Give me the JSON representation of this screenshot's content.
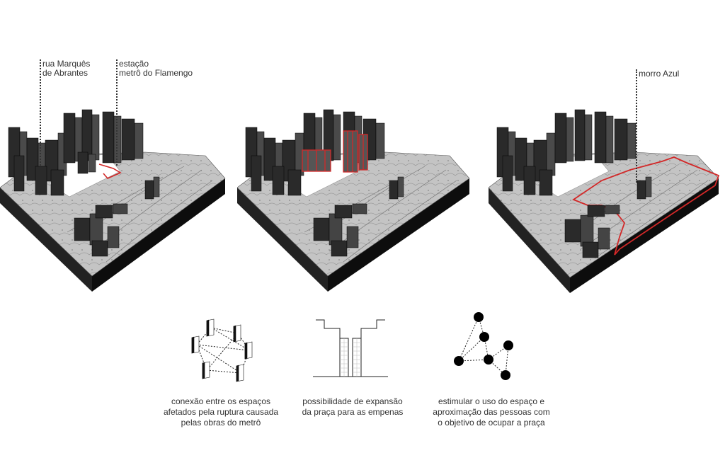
{
  "annotations": {
    "rua": [
      "rua Marquês",
      "de Abrantes"
    ],
    "estacao": [
      "estação",
      "metrô do Flamengo"
    ],
    "morro": [
      "morro Azul"
    ]
  },
  "captions": {
    "conexao": [
      "conexão entre os espaços",
      "afetados pela ruptura causada",
      "pelas obras do metrô"
    ],
    "expansao": [
      "possibilidade de expansão",
      "da praça para as empenas"
    ],
    "estimular": [
      "estimular o uso do espaço e",
      "aproximação das pessoas com",
      "o objetivo de ocupar a praça"
    ]
  },
  "colors": {
    "highlight": "#d22828",
    "terrain": "#bdbdbd",
    "ink": "#111111"
  }
}
